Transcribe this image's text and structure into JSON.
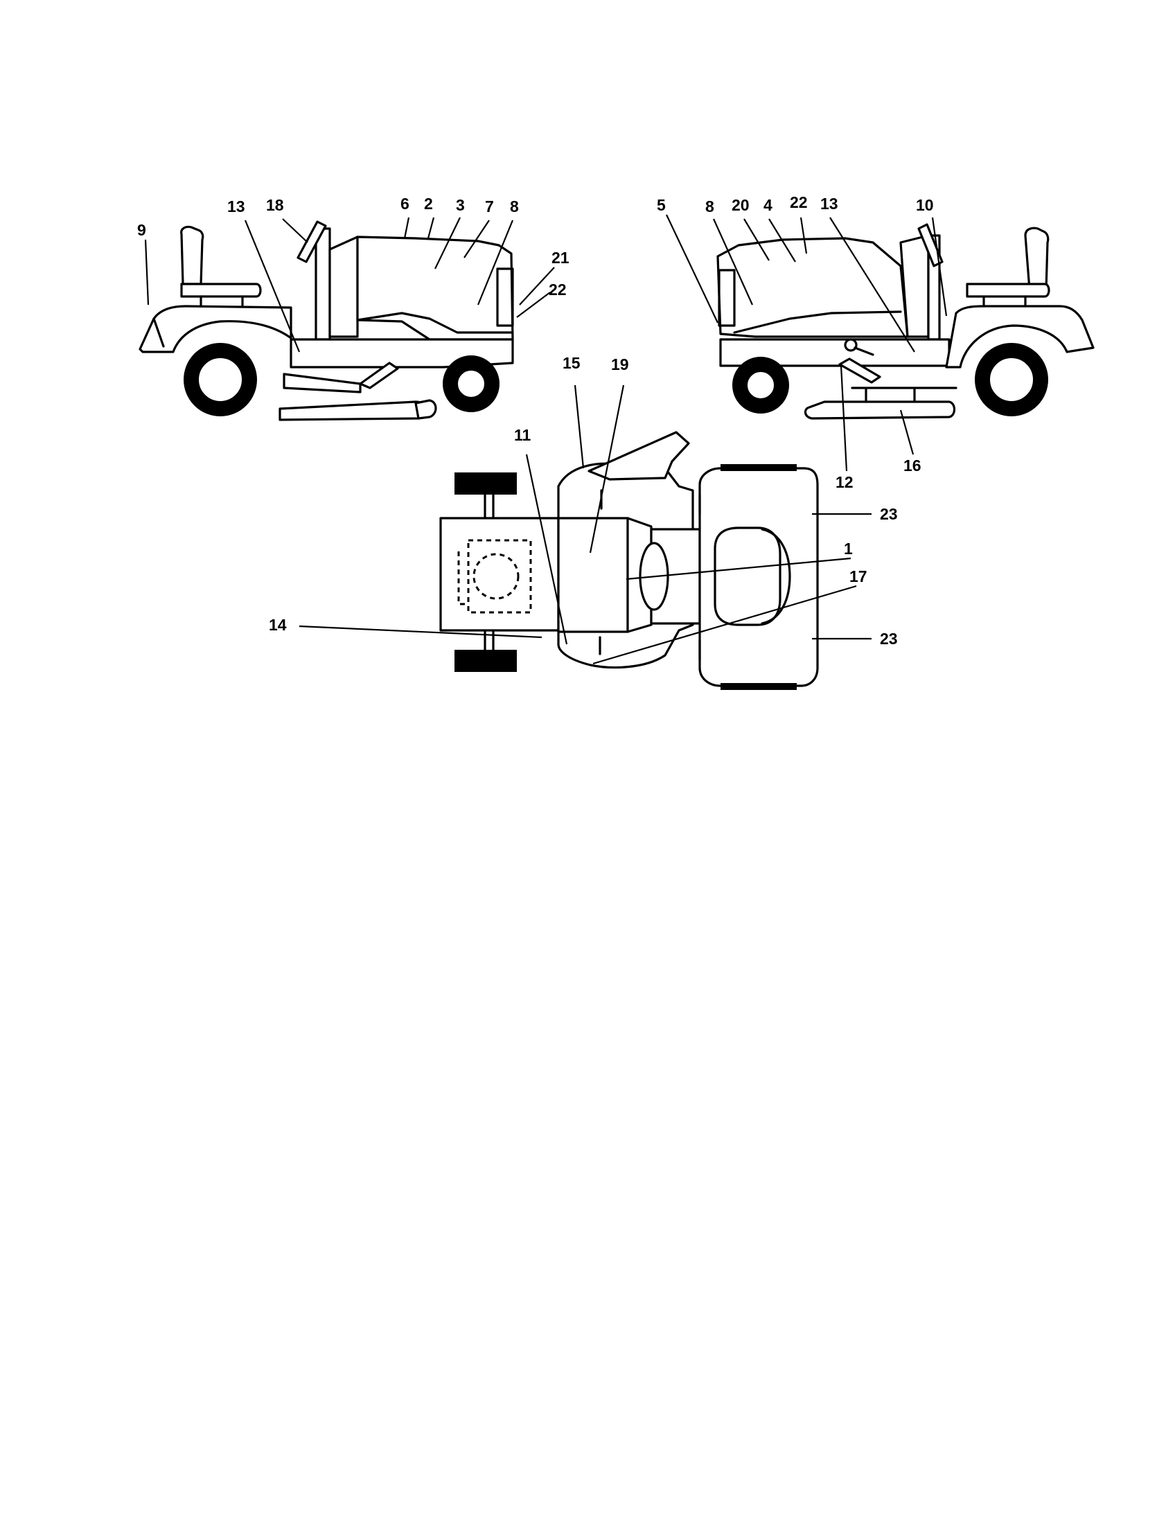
{
  "callouts": {
    "left_view": [
      "9",
      "13",
      "18",
      "6",
      "2",
      "3",
      "7",
      "8",
      "21",
      "22"
    ],
    "right_view": [
      "5",
      "8",
      "20",
      "4",
      "22",
      "13",
      "10",
      "12",
      "16"
    ],
    "top_view": [
      "15",
      "19",
      "11",
      "1",
      "17",
      "14",
      "23",
      "23"
    ]
  }
}
